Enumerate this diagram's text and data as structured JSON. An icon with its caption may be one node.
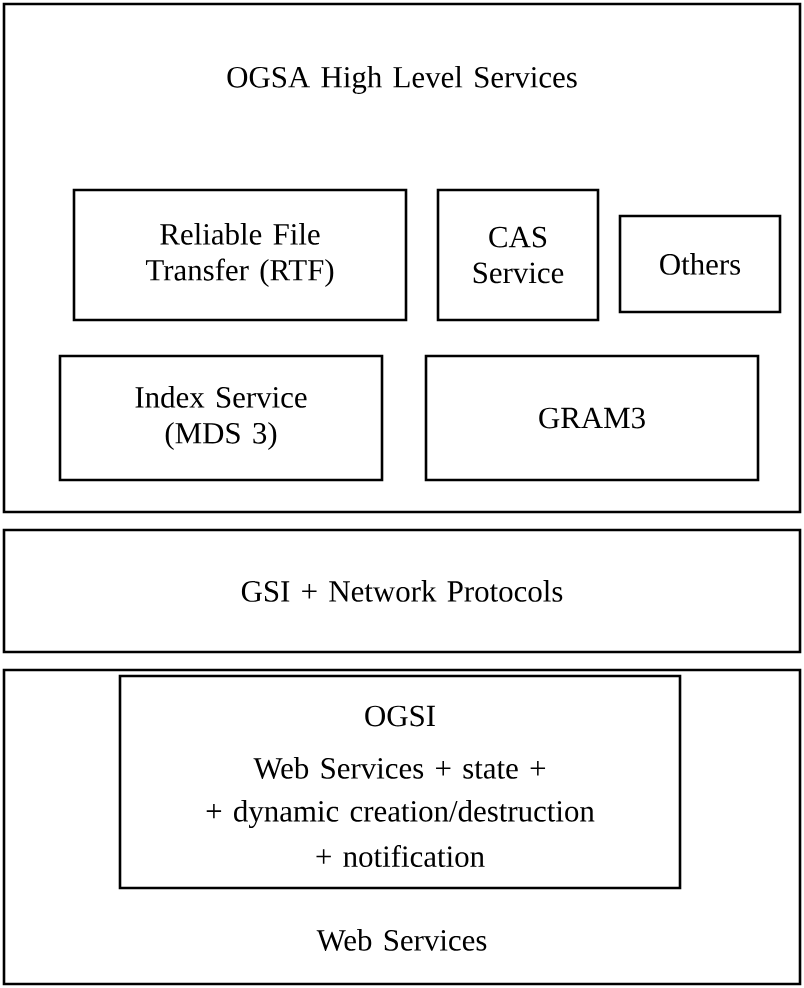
{
  "diagram": {
    "nodes": [
      {
        "text": [
          "OGSA  High Level Services"
        ]
      },
      {
        "text": [
          "Reliable File Transfer (RTF)"
        ],
        "in": 0
      },
      {
        "text": [
          "CAS Service"
        ],
        "in": 0
      },
      {
        "text": [
          "Others"
        ],
        "in": 0
      },
      {
        "text": [
          "Index Service (MDS 3)"
        ],
        "in": 0
      },
      {
        "text": [
          "GRAM3"
        ],
        "in": 0
      },
      {
        "text": [
          "GSI + Network Protocols"
        ]
      },
      {
        "text": [
          "Web Services"
        ]
      },
      {
        "text": [
          "OGSI",
          "Web Services + state +",
          "+ dynamic creation/destruction",
          "+ notification"
        ],
        "in": 7
      }
    ]
  }
}
